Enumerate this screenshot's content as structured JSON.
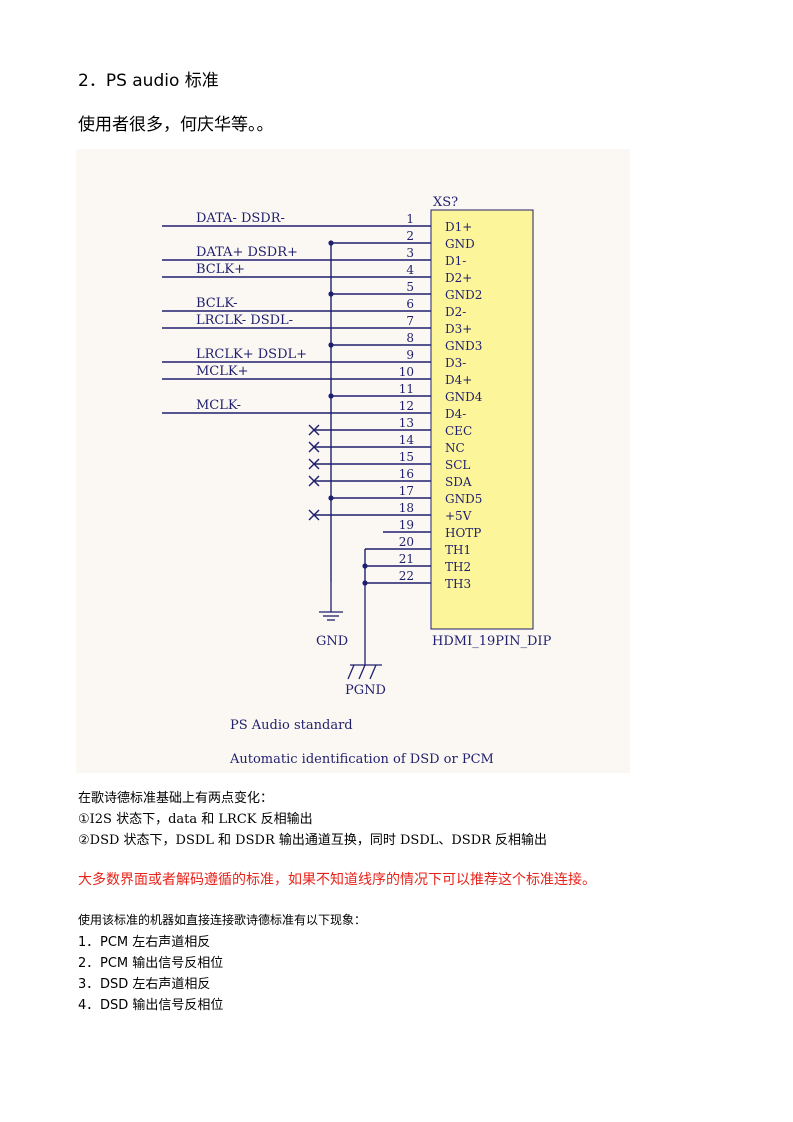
{
  "heading": "2．PS audio 标准",
  "subtitle": "使用者很多，何庆华等。。",
  "schematic": {
    "designator": "XS?",
    "part_name": "HDMI_19PIN_DIP",
    "pins": [
      {
        "num": "1",
        "name": "D1+"
      },
      {
        "num": "2",
        "name": "GND"
      },
      {
        "num": "3",
        "name": "D1-"
      },
      {
        "num": "4",
        "name": "D2+"
      },
      {
        "num": "5",
        "name": "GND2"
      },
      {
        "num": "6",
        "name": "D2-"
      },
      {
        "num": "7",
        "name": "D3+"
      },
      {
        "num": "8",
        "name": "GND3"
      },
      {
        "num": "9",
        "name": "D3-"
      },
      {
        "num": "10",
        "name": "D4+"
      },
      {
        "num": "11",
        "name": "GND4"
      },
      {
        "num": "12",
        "name": "D4-"
      },
      {
        "num": "13",
        "name": "CEC"
      },
      {
        "num": "14",
        "name": "NC"
      },
      {
        "num": "15",
        "name": "SCL"
      },
      {
        "num": "16",
        "name": "SDA"
      },
      {
        "num": "17",
        "name": "GND5"
      },
      {
        "num": "18",
        "name": "+5V"
      },
      {
        "num": "19",
        "name": "HOTP"
      },
      {
        "num": "20",
        "name": "TH1"
      },
      {
        "num": "21",
        "name": "TH2"
      },
      {
        "num": "22",
        "name": "TH3"
      }
    ],
    "signals": [
      {
        "pin": "1",
        "label": "DATA- DSDR-"
      },
      {
        "pin": "3",
        "label": "DATA+ DSDR+"
      },
      {
        "pin": "4",
        "label": "BCLK+"
      },
      {
        "pin": "6",
        "label": "BCLK-"
      },
      {
        "pin": "7",
        "label": "LRCLK- DSDL-"
      },
      {
        "pin": "9",
        "label": "LRCLK+ DSDL+"
      },
      {
        "pin": "10",
        "label": "MCLK+"
      },
      {
        "pin": "12",
        "label": "MCLK-"
      }
    ],
    "gnd_label": "GND",
    "pgnd_label": "PGND",
    "caption_1": "PS Audio standard",
    "caption_2": "Automatic identification of DSD or PCM"
  },
  "changes_intro": "在歌诗德标准基础上有两点变化：",
  "change_1": "①I2S 状态下，data 和 LRCK 反相输出",
  "change_2": "②DSD 状态下，DSDL 和 DSDR 输出通道互换，同时 DSDL、DSDR 反相输出",
  "recommendation": "大多数界面或者解码遵循的标准，如果不知道线序的情况下可以推荐这个标准连接。",
  "phenomena_intro": "使用该标准的机器如直接连接歌诗德标准有以下现象：",
  "phenomena": [
    {
      "num": "1．",
      "text": "PCM 左右声道相反"
    },
    {
      "num": "2．",
      "text": "PCM 输出信号反相位"
    },
    {
      "num": "3．",
      "text": "DSD 左右声道相反"
    },
    {
      "num": "4．",
      "text": "DSD 输出信号反相位"
    }
  ],
  "colors": {
    "text": "#000000",
    "highlight": "#e8231b",
    "wire": "#1f1f6e",
    "chip_fill": "#fcf59a"
  }
}
